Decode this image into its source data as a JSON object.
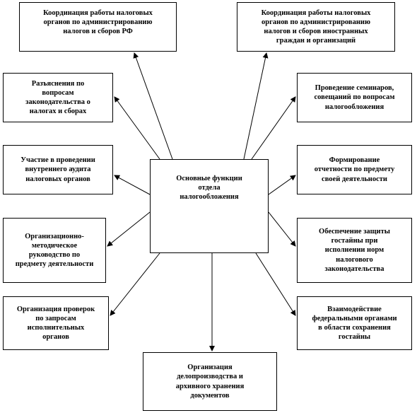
{
  "diagram": {
    "center": "Основные  функции\nотдела\nналогообложения",
    "top_left": "Координация работы налоговых\nорганов по администрированию\nналогов и сборов РФ",
    "top_right": "Координация работы налоговых\nорганов по администрированию\nналогов и сборов иностранных\nграждан и организаций",
    "left_1": "Разъяснения по\nвопросам\nзаконодательства  о\nналогах  и сборах",
    "left_2": "Участие в проведении\nвнутреннего аудита\nналоговых  органов",
    "left_3": "Организационно-\nметодическое\nруководство по\nпредмету деятельности",
    "left_4": "Организация проверок\nпо запросам\nисполнительных\nорганов",
    "right_1": "Проведение семинаров,\nсовещаний по вопросам\nналогообложения",
    "right_2": "Формирование\nотчетности по предмету\nсвоей деятельности",
    "right_3": "Обеспечение защиты\nгостайны при\nисполнении норм\nналогового\nзаконодательства",
    "right_4": "Взаимодействие\nфедеральными органами\nв области сохранения\nгостайны",
    "bottom": "Организация\nделопроизводства  и\nархивного хранения\nдокументов"
  }
}
